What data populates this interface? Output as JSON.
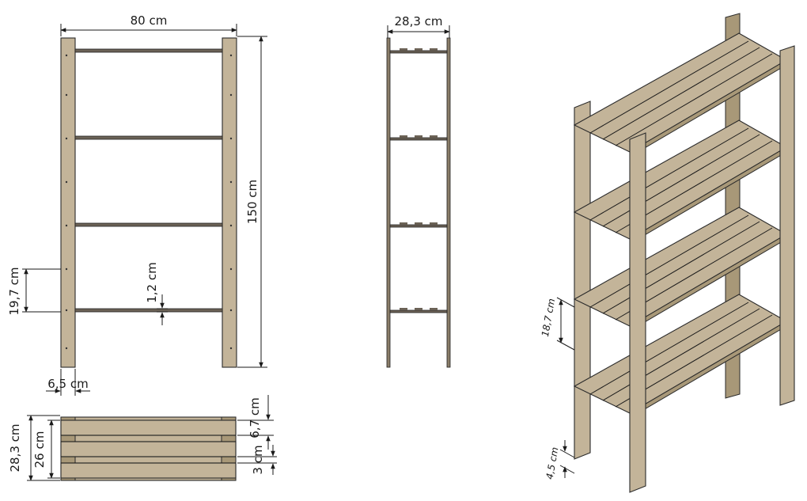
{
  "diagram": {
    "front_view": {
      "width_label": "80 cm",
      "height_label": "150 cm",
      "shelf_gap_label": "19,7 cm",
      "shelf_thickness_label": "1,2 cm",
      "post_width_label": "6,5 cm"
    },
    "side_view": {
      "depth_label": "28,3 cm"
    },
    "top_view": {
      "outer_depth_label": "28,3 cm",
      "inner_depth_label": "26 cm",
      "slat_width_label": "6,7 cm",
      "slat_gap_label": "3 cm"
    },
    "iso_view": {
      "shelf_gap_label": "18,7 cm",
      "bottom_clearance_label": "4,5 cm"
    },
    "colors": {
      "wood": "#c3b499",
      "wood_dark": "#a89878",
      "outline": "#2a2a2a"
    }
  }
}
